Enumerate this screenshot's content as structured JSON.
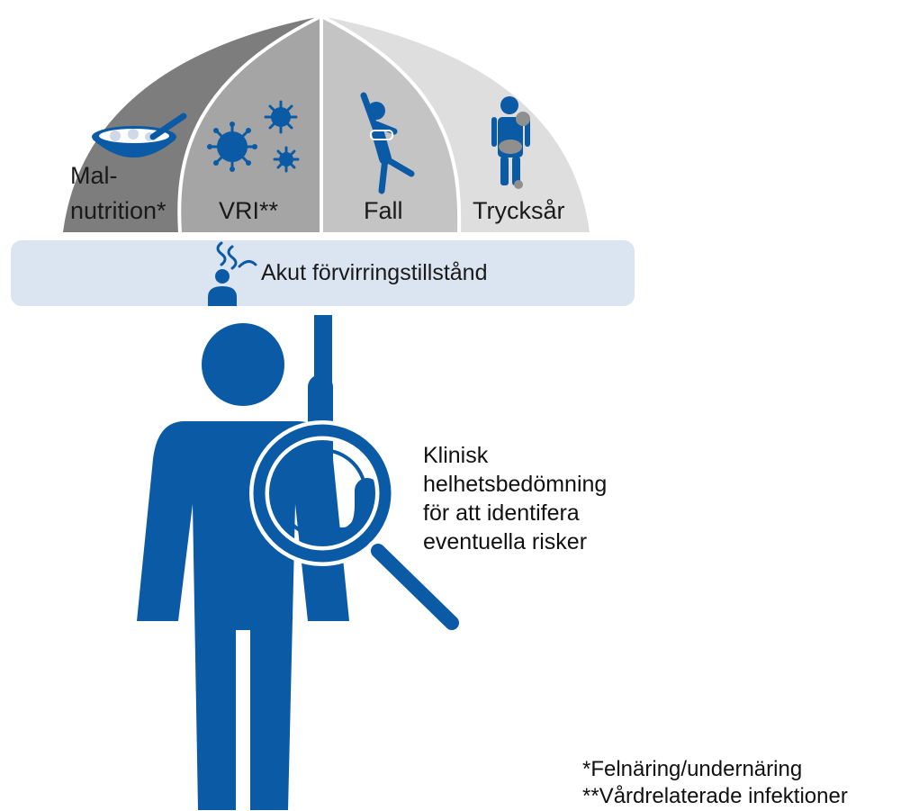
{
  "umbrella": {
    "segments": [
      {
        "line1": "Mal-",
        "line2": "nutrition*",
        "icon": "bowl-icon",
        "color": "#7d7d7d"
      },
      {
        "line1": "",
        "line2": "VRI**",
        "icon": "virus-icon",
        "color": "#a5a5a5"
      },
      {
        "line1": "",
        "line2": "Fall",
        "icon": "falling-person-icon",
        "color": "#c4c4c4"
      },
      {
        "line1": "",
        "line2": "Trycksår",
        "icon": "pressure-ulcer-person-icon",
        "color": "#dedede"
      }
    ],
    "band_label": "Akut förvirringstillstånd",
    "band_icon": "confused-person-icon",
    "band_color": "#dbe4f1"
  },
  "assessment": {
    "lines": [
      "Klinisk",
      "helhetsbedömning",
      "för att identifera",
      "eventuella risker"
    ],
    "icon": "magnifying-glass-icon"
  },
  "person_icon": "person-icon",
  "accent_color": "#0b5aa6",
  "footnotes": [
    "*Felnäring/undernäring",
    "**Vårdrelaterade infektioner"
  ]
}
